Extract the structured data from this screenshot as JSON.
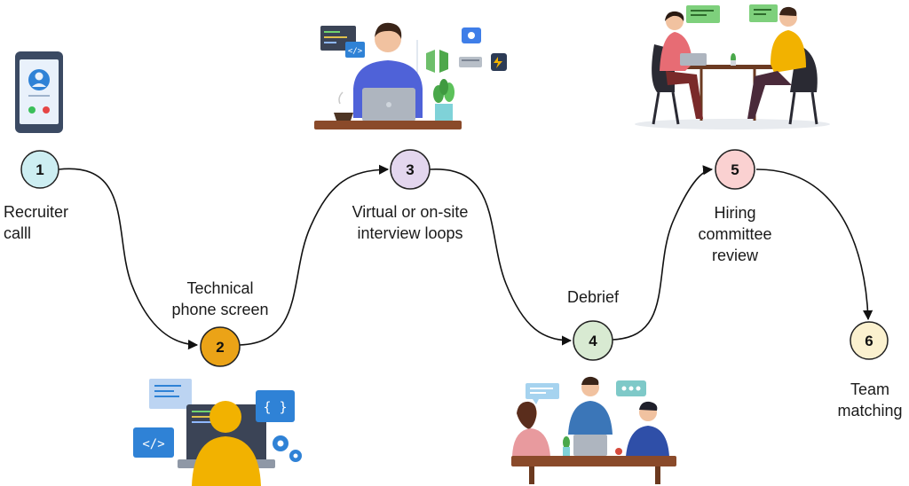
{
  "steps": [
    {
      "number": "1",
      "label_lines": [
        "Recruiter",
        "calll"
      ],
      "fill": "#cdeef2"
    },
    {
      "number": "2",
      "label_lines": [
        "Technical",
        "phone screen"
      ],
      "fill": "#eba317"
    },
    {
      "number": "3",
      "label_lines": [
        "Virtual or on-site",
        "interview loops"
      ],
      "fill": "#e3d6ee"
    },
    {
      "number": "4",
      "label_lines": [
        "Debrief"
      ],
      "fill": "#d8ead2"
    },
    {
      "number": "5",
      "label_lines": [
        "Hiring",
        "committee",
        "review"
      ],
      "fill": "#fad1d1"
    },
    {
      "number": "6",
      "label_lines": [
        "Team",
        "matching"
      ],
      "fill": "#fbf1cf"
    }
  ],
  "colors": {
    "line": "#111111",
    "accent_blue": "#2f82d6",
    "accent_yellow": "#f2b200",
    "outline": "#222222"
  },
  "icons": [
    "phone-call-icon",
    "developer-laptop-icon",
    "code-screen-icon",
    "team-debrief-icon",
    "interview-meeting-icon"
  ]
}
